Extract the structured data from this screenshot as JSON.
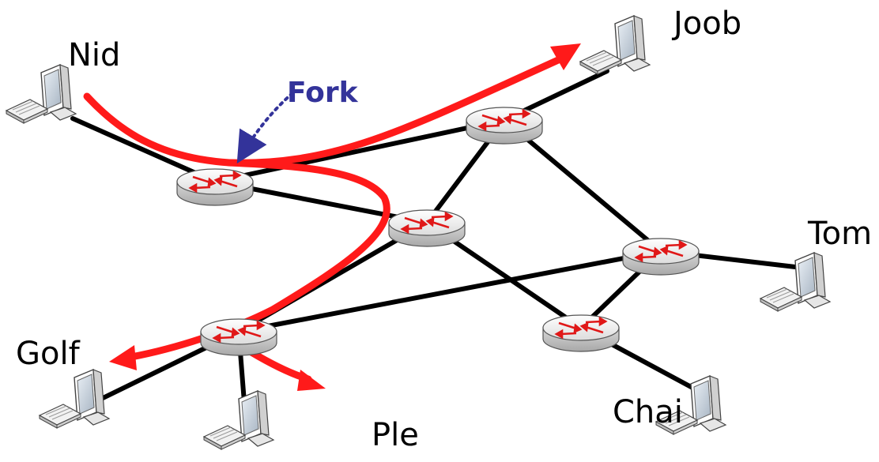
{
  "annotation": {
    "text": "Fork",
    "color": "#33339a"
  },
  "hosts": [
    {
      "id": "nid",
      "label": "Nid"
    },
    {
      "id": "joob",
      "label": "Joob"
    },
    {
      "id": "tom",
      "label": "Tom"
    },
    {
      "id": "golf",
      "label": "Golf"
    },
    {
      "id": "ple",
      "label": "Ple"
    },
    {
      "id": "chai",
      "label": "Chai"
    }
  ],
  "colors": {
    "link": "#000000",
    "multicast_path": "#ff1a1a",
    "router_arrows": "#e01818",
    "router_body": "#eeeeee"
  },
  "icons": {
    "router": "router-icon",
    "host": "desktop-computer-icon"
  }
}
